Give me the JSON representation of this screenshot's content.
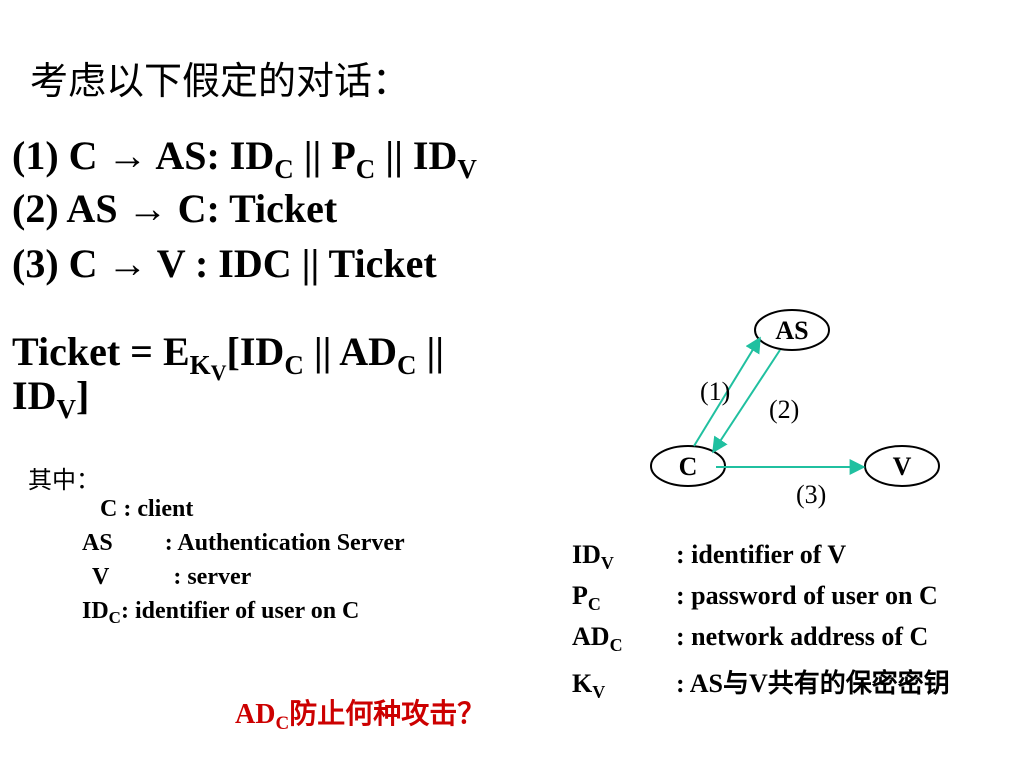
{
  "title": "考虑以下假定的对话：",
  "protocol": {
    "step1": {
      "prefix": "(1) C ",
      "arrow": "→",
      "mid": " AS:   ID",
      "sub1": "C",
      "sep1": " || P",
      "sub2": "C",
      "sep2": " || ID",
      "sub3": "V"
    },
    "step2": {
      "prefix": "(2) AS ",
      "arrow": "→",
      "rest": " C:  Ticket"
    },
    "step3": {
      "prefix": "(3) C ",
      "arrow": "→",
      "rest": " V  :  IDC || Ticket"
    }
  },
  "ticket": {
    "lead": "Ticket = E",
    "k": "K",
    "kv": "V",
    "bracket": "[ID",
    "sub_c": "C",
    "sep1": " || AD",
    "sub_c2": "C",
    "sep2": " ||",
    "line2": "ID",
    "sub_v": "V",
    "close": "]"
  },
  "notes": {
    "heading": "其中：",
    "c": "C  : client",
    "as_term": "AS",
    "as_def": ": Authentication Server",
    "v_term": "V",
    "v_def": ": server",
    "idc_term": "ID",
    "idc_sub": "C",
    "idc_def": ": identifier of user on C"
  },
  "diagram": {
    "nodes": {
      "as": "AS",
      "c": "C",
      "v": "V"
    },
    "edges": {
      "e1": "(1)",
      "e2": "(2)",
      "e3": "(3)"
    },
    "colors": {
      "arrow": "#20c0a0"
    }
  },
  "legend": [
    {
      "term": "ID",
      "sub": "V",
      "def": ": identifier of V"
    },
    {
      "term": "P",
      "sub": "C",
      "def": ": password of user on C"
    },
    {
      "term": "AD",
      "sub": "C",
      "def": ": network address of C"
    },
    {
      "term": "K",
      "sub": "V",
      "def": ": AS与V共有的保密密钥"
    }
  ],
  "question": {
    "term": "AD",
    "sub": "C",
    "text": "防止何种攻击？"
  }
}
